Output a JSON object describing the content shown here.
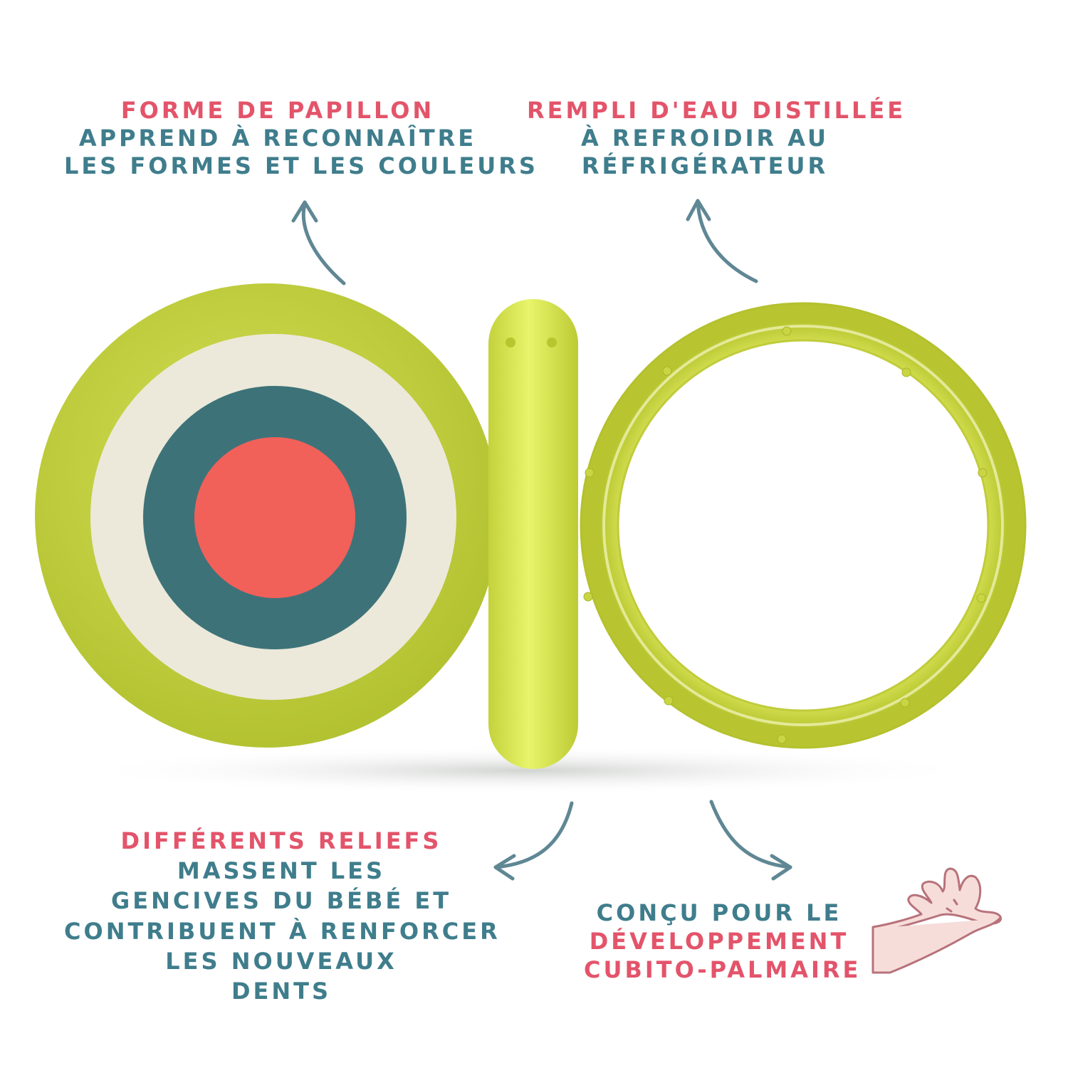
{
  "colors": {
    "pink": "#e3546a",
    "teal": "#3f7d8c",
    "arrow": "#5f8794",
    "green": "#c4d43a",
    "cream": "#ece9da",
    "dark_teal": "#3d7378",
    "coral": "#f2605a"
  },
  "callouts": {
    "butterfly": {
      "heading": "Forme de papillon",
      "lines": [
        "apprend à reconnaître",
        "les formes et les couleurs"
      ]
    },
    "water": {
      "heading": "Rempli d'eau distillée",
      "lines": [
        "à refroidir au",
        "réfrigérateur"
      ]
    },
    "reliefs": {
      "heading": "Différents reliefs",
      "lines": [
        "massent les",
        "gencives du bébé et",
        "contribuent à renforcer",
        "les nouveaux",
        "dents"
      ]
    },
    "palmar": {
      "lead": "Conçu pour le",
      "lines": [
        "développement",
        "cubito-palmaire"
      ]
    }
  },
  "icons": {
    "arrow": "curved-arrow-icon",
    "hand": "hand-icon"
  }
}
